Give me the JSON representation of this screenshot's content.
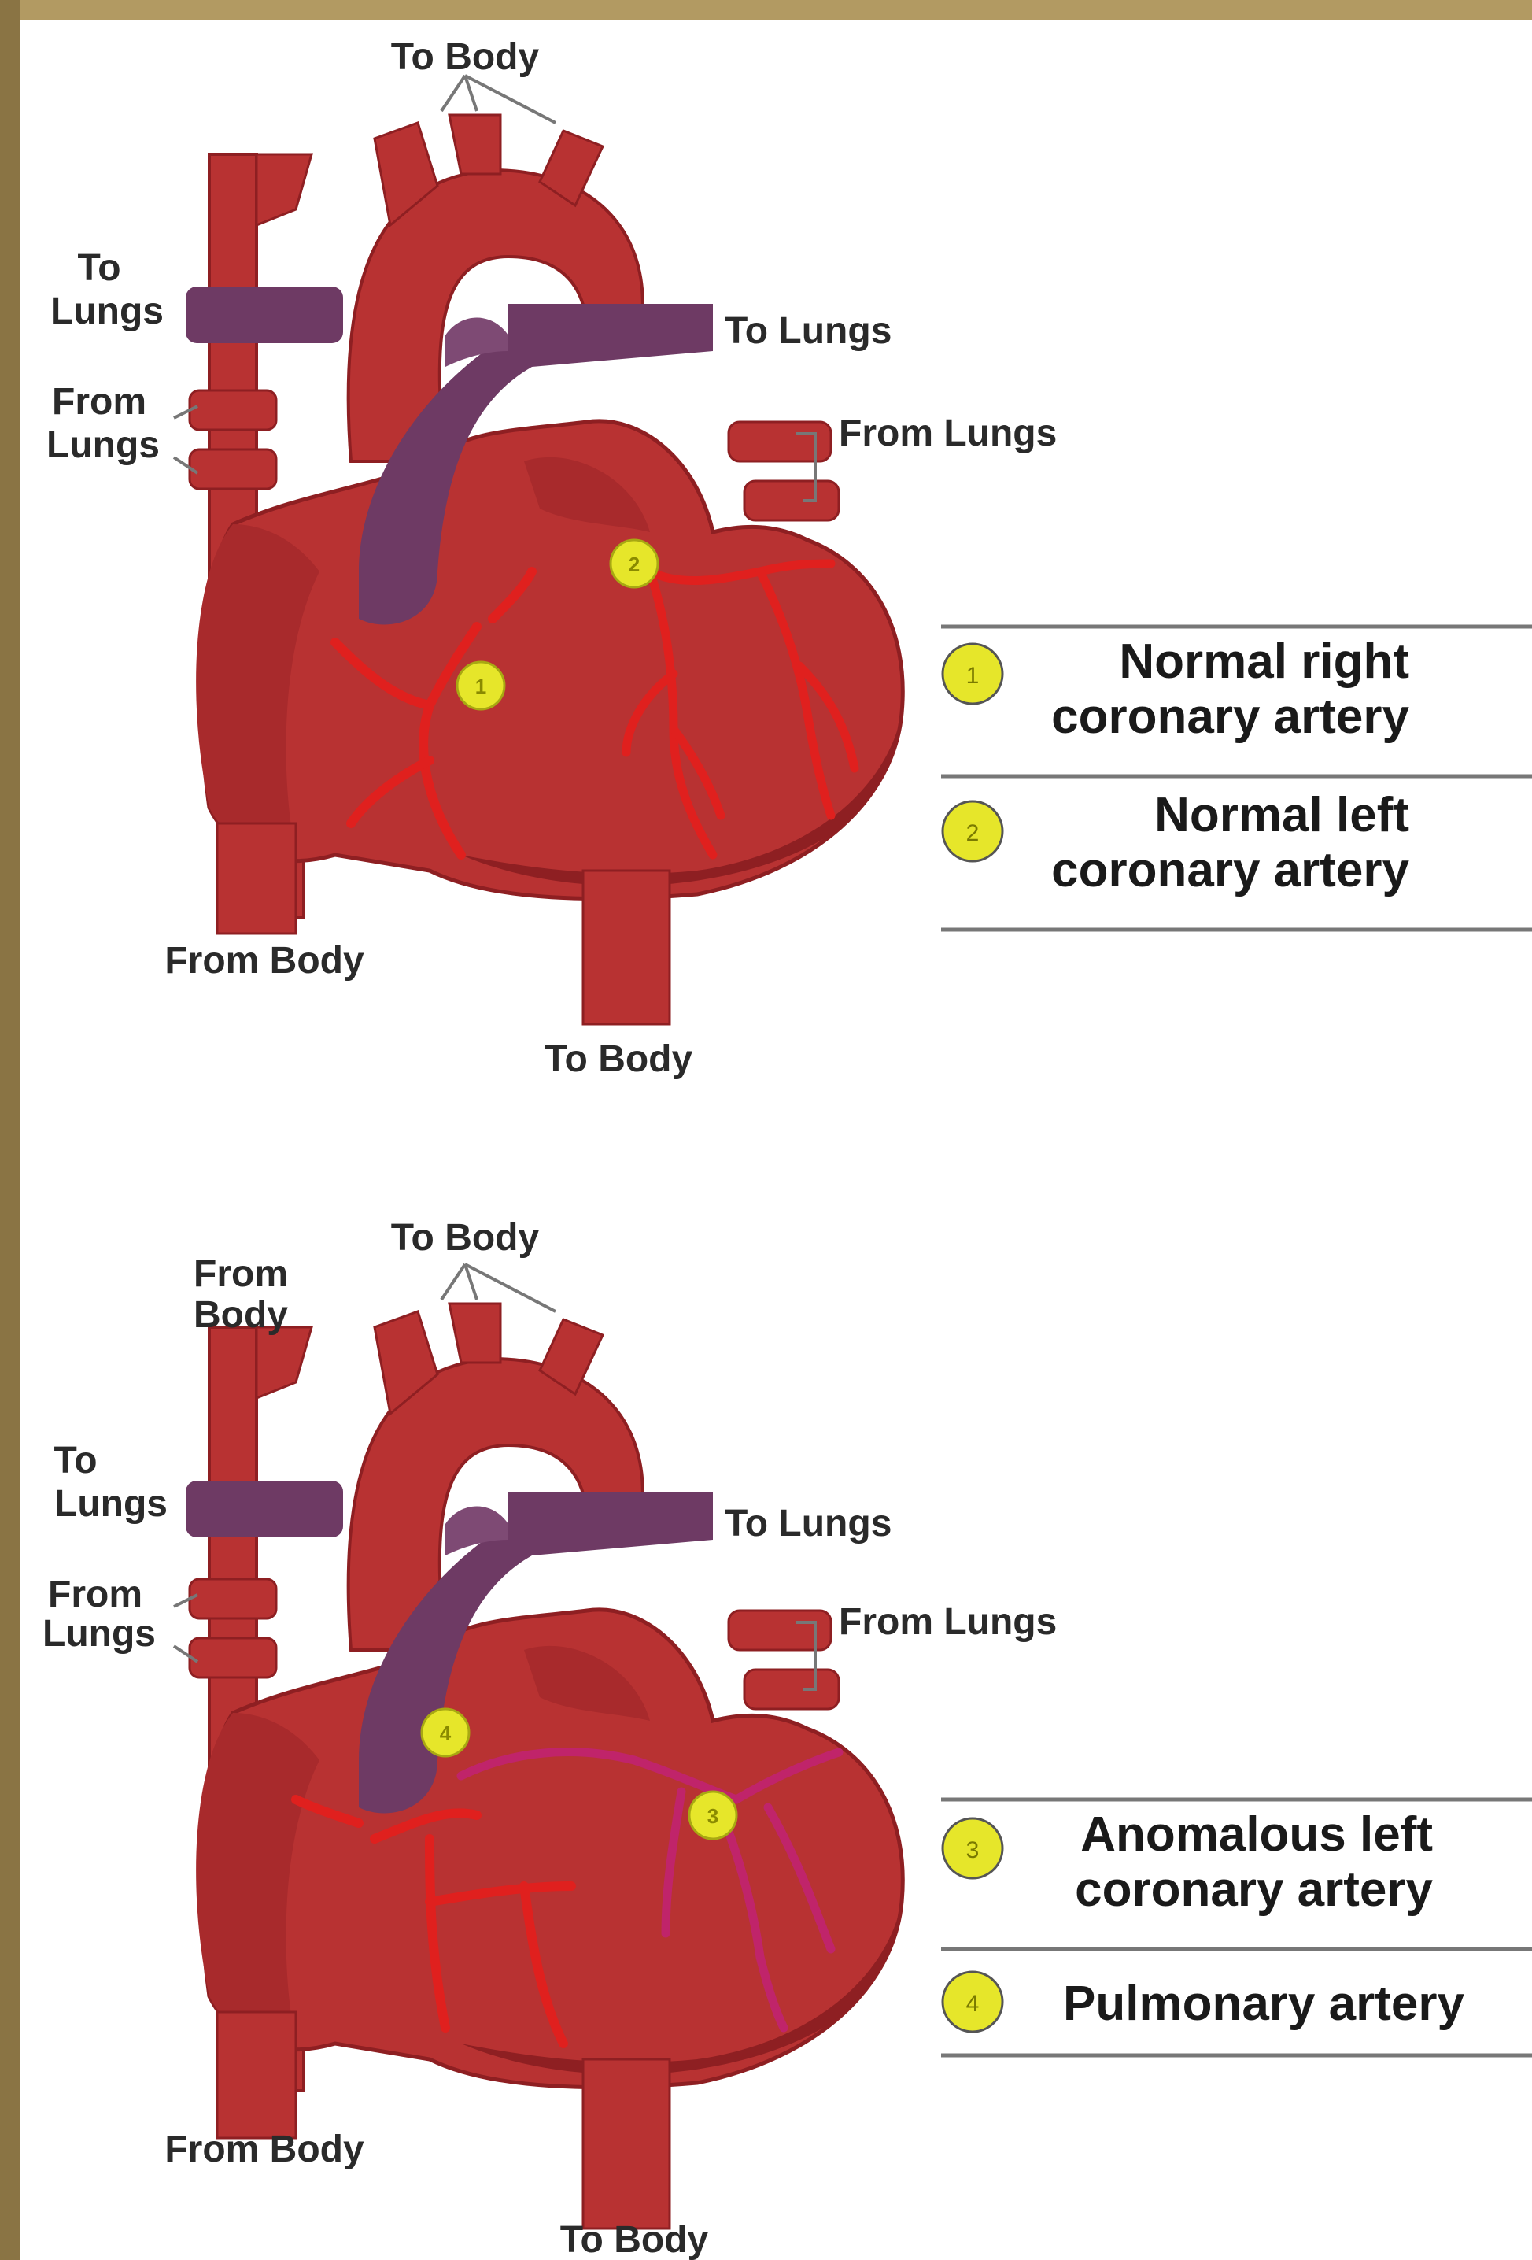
{
  "colors": {
    "frame": "#b29a62",
    "background": "#ffffff",
    "heart": "#b83232",
    "heart_dark": "#8e1f22",
    "vein": "#6e3a64",
    "artery_line": "#e0201e",
    "anomalous_line": "#c0246a",
    "badge": "#e6e62a"
  },
  "top_diagram": {
    "labels": {
      "to_body_top": "To Body",
      "to_lungs_left_1": "To",
      "to_lungs_left_2": "Lungs",
      "from_lungs_left_1": "From",
      "from_lungs_left_2": "Lungs",
      "to_lungs_right": "To Lungs",
      "from_lungs_right": "From Lungs",
      "from_body": "From Body",
      "to_body_bottom": "To Body"
    },
    "badges": [
      "1",
      "2"
    ],
    "legend": [
      {
        "number": "1",
        "line1": "Normal right",
        "line2": "coronary artery"
      },
      {
        "number": "2",
        "line1": "Normal left",
        "line2": "coronary artery"
      }
    ]
  },
  "bottom_diagram": {
    "labels": {
      "to_body_top": "To Body",
      "from_body_top_1": "From",
      "from_body_top_2": "Body",
      "to_lungs_left_1": "To",
      "to_lungs_left_2": "Lungs",
      "from_lungs_left_1": "From",
      "from_lungs_left_2": "Lungs",
      "to_lungs_right": "To Lungs",
      "from_lungs_right": "From Lungs",
      "from_body": "From Body",
      "to_body_bottom": "To Body"
    },
    "badges": [
      "3",
      "4"
    ],
    "legend": [
      {
        "number": "3",
        "line1": "Anomalous left",
        "line2": "coronary artery"
      },
      {
        "number": "4",
        "line1": "Pulmonary artery",
        "line2": ""
      }
    ]
  }
}
